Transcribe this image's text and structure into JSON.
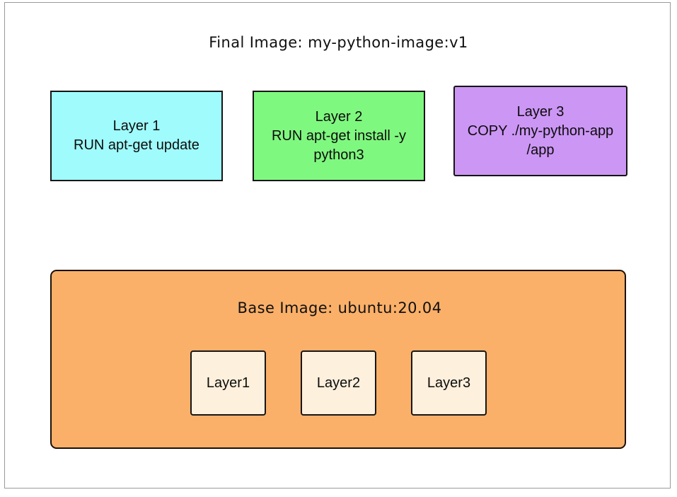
{
  "diagram": {
    "title": "Final Image: my-python-image:v1",
    "colors": {
      "background": "#ffffff",
      "frame_border": "#9a9a9a",
      "layer1": "#a0fcfc",
      "layer2": "#7ff87f",
      "layer3": "#cc96f5",
      "base_image": "#fbb069",
      "inner_layer": "#fdf0dc",
      "outline": "#141414"
    },
    "top_layers": [
      {
        "id": "layer-1",
        "lines": [
          "Layer 1",
          "RUN apt-get update"
        ],
        "color": "#a0fcfc"
      },
      {
        "id": "layer-2",
        "lines": [
          "Layer 2",
          "RUN apt-get install -y",
          "python3"
        ],
        "color": "#7ff87f"
      },
      {
        "id": "layer-3",
        "lines": [
          "Layer 3",
          "COPY ./my-python-app",
          "/app"
        ],
        "color": "#cc96f5"
      }
    ],
    "base_image": {
      "title": "Base Image: ubuntu:20.04",
      "color": "#fbb069",
      "inner_layers": [
        {
          "id": "inner-layer-1",
          "label": "Layer1"
        },
        {
          "id": "inner-layer-2",
          "label": "Layer2"
        },
        {
          "id": "inner-layer-3",
          "label": "Layer3"
        }
      ]
    }
  }
}
